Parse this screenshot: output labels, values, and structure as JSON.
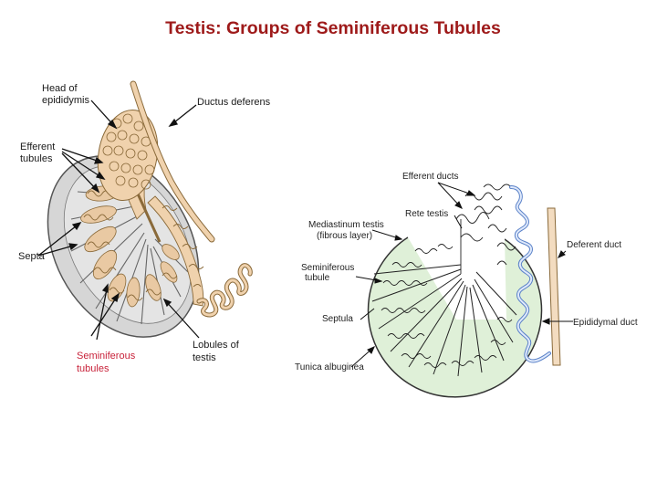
{
  "slide": {
    "title": "Testis: Groups of Seminiferous Tubules"
  },
  "left_figure": {
    "labels": {
      "head_of_epididymis_1": "Head of",
      "head_of_epididymis_2": "epididymis",
      "ductus_deferens": "Ductus deferens",
      "efferent_tubules_1": "Efferent",
      "efferent_tubules_2": "tubules",
      "septa": "Septa",
      "seminiferous_tubules_1": "Seminiferous",
      "seminiferous_tubules_2": "tubules",
      "lobules_of_testis_1": "Lobules of",
      "lobules_of_testis_2": "testis"
    }
  },
  "right_figure": {
    "labels": {
      "efferent_ducts": "Efferent ducts",
      "rete_testis": "Rete testis",
      "mediastinum_1": "Mediastinum testis",
      "mediastinum_2": "(fibrous layer)",
      "seminiferous_tubule_1": "Seminiferous",
      "seminiferous_tubule_2": "tubule",
      "septula": "Septula",
      "tunica_albuginea": "Tunica albuginea",
      "deferent_duct": "Deferent duct",
      "epididymal_duct": "Epididymal duct"
    }
  },
  "colors": {
    "title": "#9e1a1a",
    "highlight_label": "#c8223a",
    "lobule_fill": "#d4d4d4",
    "tubule_fill": "#e9c9a3",
    "duct_fill": "#f0d2ad",
    "right_green": "#d9efd4",
    "right_blue": "#5b82c8"
  }
}
